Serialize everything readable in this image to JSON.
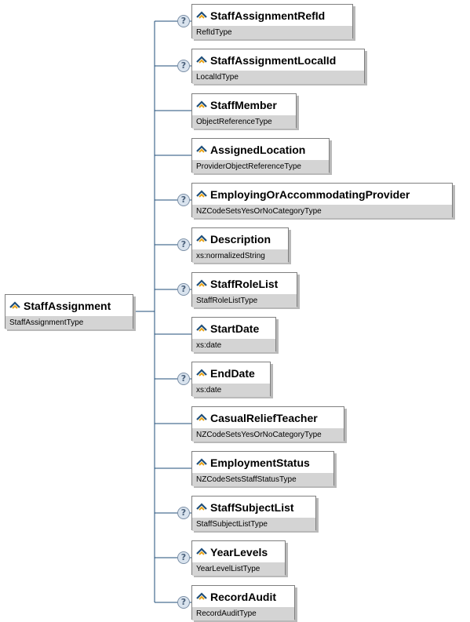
{
  "root": {
    "name": "StaffAssignment",
    "type": "StaffAssignmentType"
  },
  "children": [
    {
      "name": "StaffAssignmentRefId",
      "type": "RefIdType",
      "optional": true
    },
    {
      "name": "StaffAssignmentLocalId",
      "type": "LocalIdType",
      "optional": true
    },
    {
      "name": "StaffMember",
      "type": "ObjectReferenceType",
      "optional": false
    },
    {
      "name": "AssignedLocation",
      "type": "ProviderObjectReferenceType",
      "optional": false
    },
    {
      "name": "EmployingOrAccommodatingProvider",
      "type": "NZCodeSetsYesOrNoCategoryType",
      "optional": true
    },
    {
      "name": "Description",
      "type": "xs:normalizedString",
      "optional": true
    },
    {
      "name": "StaffRoleList",
      "type": "StaffRoleListType",
      "optional": true
    },
    {
      "name": "StartDate",
      "type": "xs:date",
      "optional": false
    },
    {
      "name": "EndDate",
      "type": "xs:date",
      "optional": true
    },
    {
      "name": "CasualReliefTeacher",
      "type": "NZCodeSetsYesOrNoCategoryType",
      "optional": false
    },
    {
      "name": "EmploymentStatus",
      "type": "NZCodeSetsStaffStatusType",
      "optional": false
    },
    {
      "name": "StaffSubjectList",
      "type": "StaffSubjectListType",
      "optional": true
    },
    {
      "name": "YearLevels",
      "type": "YearLevelListType",
      "optional": true
    },
    {
      "name": "RecordAudit",
      "type": "RecordAuditType",
      "optional": true
    }
  ],
  "colors": {
    "connector": "#1f4e79",
    "type_bar": "#d4d4d4",
    "border": "#7f7f7f"
  }
}
